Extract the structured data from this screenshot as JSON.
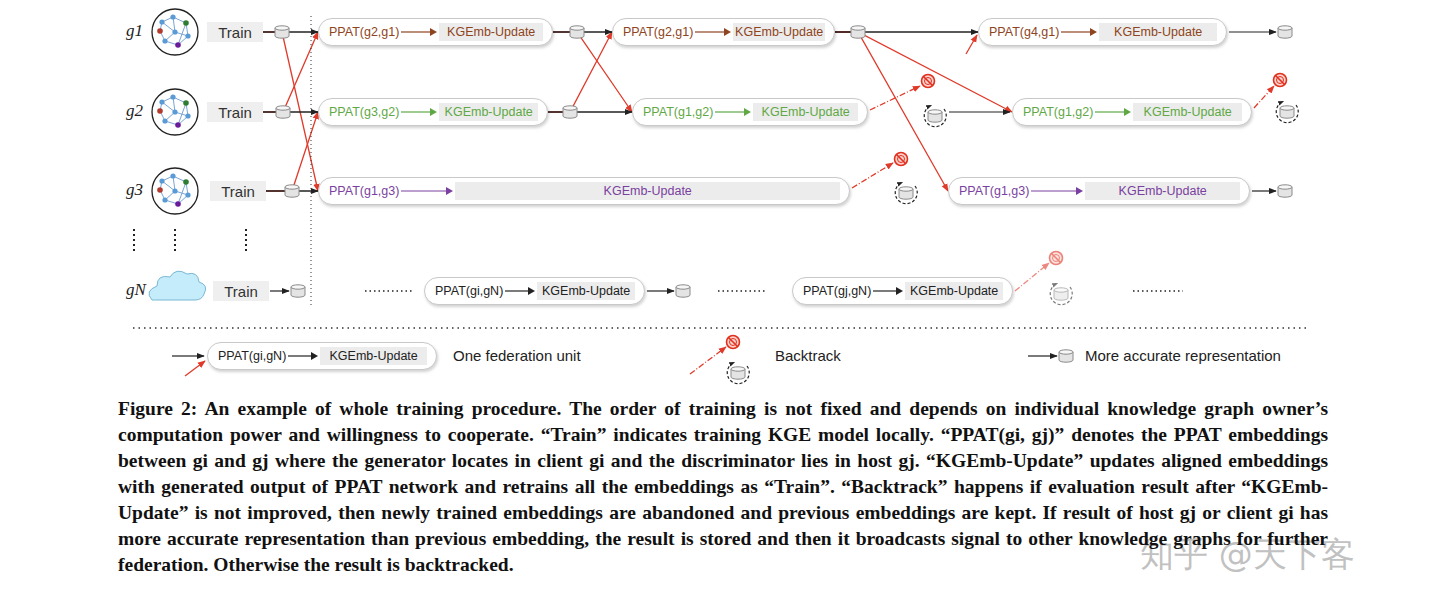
{
  "diagram": {
    "caption": "Figure 2: An example of whole training procedure. The order of training is not fixed and depends on individual knowledge graph owner’s computation power and willingness to cooperate. “Train” indicates training KGE model locally. “PPAT(gi, gj)” denotes the PPAT embeddings between gi and gj where the generator locates in client gi and the discriminator lies in host gj. “KGEmb-Update” updates aligned embeddings with generated output of PPAT network and retrains all the embeddings as “Train”. “Backtrack” happens if evaluation result after “KGEmb-Update” is not improved, then newly trained embeddings are abandoned and previous embeddings are kept. If result of host gj or client gi has more accurate representation than previous embedding, the result is stored and then it broadcasts signal to other knowledge graphs for further federation. Otherwise the result is backtracked.",
    "nodes": [
      {
        "text": [
          "Train"
        ]
      },
      {
        "text": [
          "PPAT(g2,g1)",
          "KGEmb-Update"
        ]
      },
      {
        "text": [
          "PPAT(g2,g1)",
          "KGEmb-Update"
        ]
      },
      {
        "text": [
          "PPAT(g4,g1)",
          "KGEmb-Update"
        ]
      },
      {
        "text": [
          "Train"
        ]
      },
      {
        "text": [
          "PPAT(g3,g2)",
          "KGEmb-Update"
        ]
      },
      {
        "text": [
          "PPAT(g1,g2)",
          "KGEmb-Update"
        ]
      },
      {
        "text": [
          "PPAT(g1,g2)",
          "KGEmb-Update"
        ]
      },
      {
        "text": [
          "Train"
        ]
      },
      {
        "text": [
          "PPAT(g1,g3)",
          "KGEmb-Update"
        ]
      },
      {
        "text": [
          "PPAT(g1,g3)",
          "KGEmb-Update"
        ]
      },
      {
        "text": [
          "Train"
        ]
      },
      {
        "text": [
          "PPAT(gi,gN)",
          "KGEmb-Update"
        ]
      },
      {
        "text": [
          "PPAT(gj,gN)",
          "KGEmb-Update"
        ]
      }
    ],
    "edges": [
      {
        "from": 0,
        "to": 1,
        "arrow": "to"
      },
      {
        "from": 1,
        "to": 2,
        "arrow": "to"
      },
      {
        "from": 2,
        "to": 3,
        "arrow": "to"
      },
      {
        "from": 4,
        "to": 5,
        "arrow": "to"
      },
      {
        "from": 5,
        "to": 6,
        "arrow": "to"
      },
      {
        "from": 8,
        "to": 9,
        "arrow": "to"
      },
      {
        "from": 4,
        "to": 1,
        "arrow": "to"
      },
      {
        "from": 8,
        "to": 5,
        "arrow": "to"
      },
      {
        "from": 0,
        "to": 9,
        "arrow": "to"
      },
      {
        "from": 1,
        "to": 6,
        "arrow": "to"
      },
      {
        "from": 5,
        "to": 2,
        "arrow": "to"
      },
      {
        "from": 2,
        "to": 7,
        "arrow": "to"
      },
      {
        "from": 2,
        "to": 10,
        "arrow": "to"
      }
    ],
    "labels": [
      "g1",
      "g2",
      "g3",
      "gN",
      "PPAT(gi,gN)",
      "KGEmb-Update",
      "知乎 @天下客"
    ],
    "legend": [
      {
        "text": "One federation unit"
      },
      {
        "text": "Backtrack"
      },
      {
        "text": "More accurate representation"
      }
    ]
  }
}
